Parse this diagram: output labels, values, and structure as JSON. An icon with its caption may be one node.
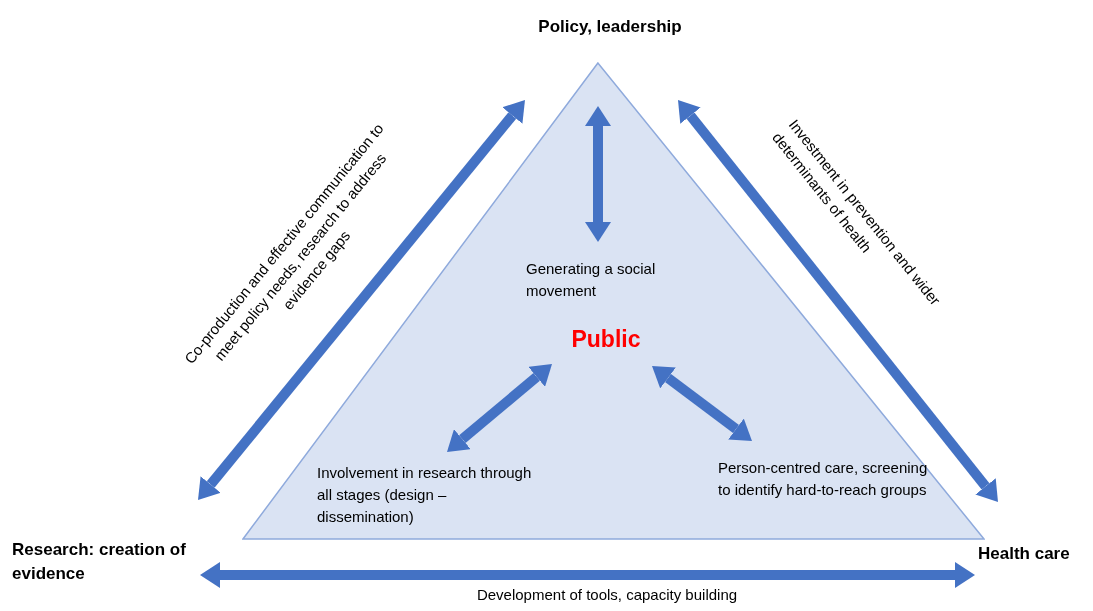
{
  "diagram": {
    "nodes": [
      {
        "text": [
          "Policy, leadership"
        ]
      },
      {
        "text": [
          "Research: creation of evidence"
        ]
      },
      {
        "text": [
          "Health care"
        ]
      },
      {
        "text": [],
        "shape": "triangle"
      },
      {
        "text": [
          "Public"
        ],
        "in": 3
      },
      {
        "text": [
          "Generating a social movement"
        ],
        "in": 3
      },
      {
        "text": [
          "Involvement in research through all stages (design – dissemination)"
        ],
        "in": 3
      },
      {
        "text": [
          "Person-centred care, screening to identify hard-to-reach groups"
        ],
        "in": 3
      }
    ],
    "edges": [
      {
        "from": 1,
        "to": 0,
        "arrow": "both",
        "label": "Co-production and effective communication to meet policy needs, research to address evidence gaps"
      },
      {
        "from": 0,
        "to": 2,
        "arrow": "both",
        "label": "Investment in prevention and wider determinants of health"
      },
      {
        "from": 1,
        "to": 2,
        "arrow": "both",
        "label": "Development of tools, capacity building"
      },
      {
        "from": 0,
        "to": 5,
        "arrow": "both"
      },
      {
        "from": 4,
        "to": 6,
        "arrow": "both"
      },
      {
        "from": 4,
        "to": 7,
        "arrow": "both"
      }
    ]
  }
}
